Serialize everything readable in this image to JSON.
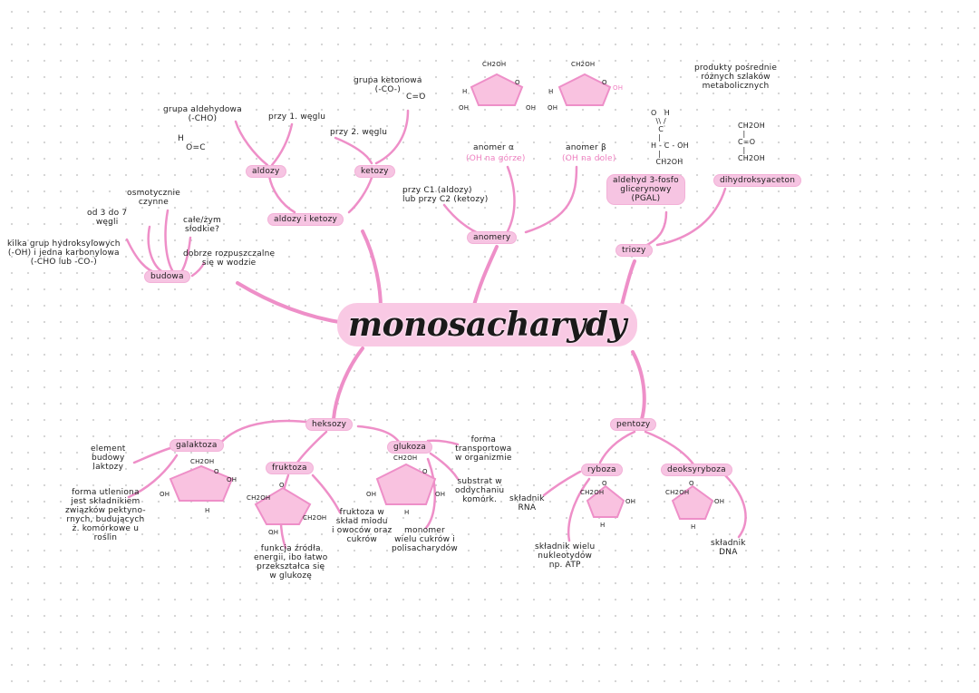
{
  "title": "monosacharydy",
  "colors": {
    "accent": "#ee8fc8",
    "highlight": "#f6c4e2",
    "ring_fill": "#f9c2e0",
    "ink": "#1c1c1c"
  },
  "branches": {
    "aldozy_ketozy": {
      "label": "aldozy i ketozy",
      "aldozy": "aldozy",
      "ketozy": "ketozy",
      "pry1": "przy 1. węglu",
      "pry2": "przy 2. węglu",
      "grupa_aldehydowa": "grupa aldehydowa\n(-CHO)",
      "grupa_ketonowa": "grupa ketonowa\n(-CO-)",
      "aldehyde_formula": "H\n   O=C",
      "ketone_formula": "C=O"
    },
    "budowa": {
      "label": "budowa",
      "osmotycznie": "osmotycznie\nczynne",
      "od3do7": "od 3 do 7\nwęgli",
      "bezbarwne": "całe/żym\nsłodkie?",
      "kilka_grup": "kilka grup hydroksylowych\n(-OH) i jedna karbonylowa\n(-CHO lub -CO-)",
      "rozpuszczalne": "dobrze rozpuszczalne\nsię w wodzie"
    },
    "anomery": {
      "label": "anomery",
      "przy_c1": "przy C1 (aldozy)\nlub przy C2 (ketozy)",
      "anomer_alpha": "anomer α",
      "anomer_alpha_note": "(OH na górze)",
      "anomer_beta": "anomer β",
      "anomer_beta_note": "(OH na dole)"
    },
    "triozy": {
      "label": "triozy",
      "produkty": "produkty pośrednie\nróżnych szlaków\nmetabolicznych",
      "aldehyd": "aldehyd 3-fosfo\nglicerynowy\n(PGAL)",
      "dihydroksyaceton": "dihydroksyaceton",
      "pgal_formula": "O   H\n  \\\\ /\n   C\n   |\nH - C - OH\n   |\n  CH2OH",
      "dha_formula": "CH2OH\n  |\nC=O\n  |\nCH2OH"
    },
    "heksozy": {
      "label": "heksozy",
      "galaktoza": "galaktoza",
      "galaktoza_note1": "element\nbudowy\nlaktozy",
      "galaktoza_note2": "forma utleniona\njest składnikiem\nzwiązków pektyno-\nrnych, budujących\nż. komórkowe u\nroślin",
      "fruktoza": "fruktoza",
      "fruktoza_note1": "funkcja źródła\nenergii, ibo łatwo\nprzekształca się\nw glukozę",
      "fruktoza_note2": "fruktoza w\nskład miodu\ni owoców oraz\ncukrów",
      "glukoza": "glukoza",
      "glukoza_note1": "forma\ntransportowa\nw organizmie",
      "glukoza_note2": "substrat w\noddychaniu\nkomórk.",
      "glukoza_note3": "monomer\nwielu cukrów i\npolisacharydów"
    },
    "pentozy": {
      "label": "pentozy",
      "ryboza": "ryboza",
      "ryboza_note1": "składnik\nRNA",
      "ryboza_note2": "składnik wielu\nnukleotydów\nnp. ATP",
      "deoksyryboza": "deoksyryboza",
      "deoksyryboza_note": "składnik\nDNA"
    }
  },
  "ring_atoms": {
    "ch2oh": "CH2OH",
    "o": "O",
    "h": "H",
    "oh": "OH"
  }
}
